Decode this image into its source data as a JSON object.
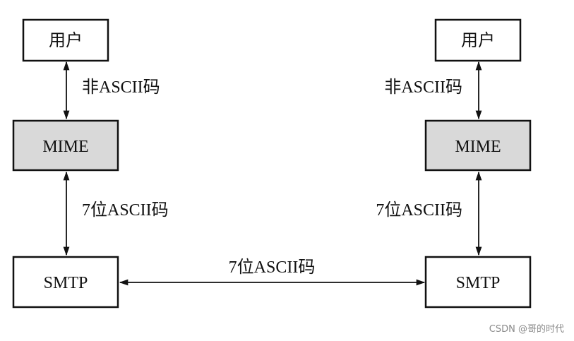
{
  "left": {
    "user_label": "用户",
    "mime_label": "MIME",
    "smtp_label": "SMTP",
    "user_mime_edge_label": "非ASCII码",
    "mime_smtp_edge_label": "7位ASCII码"
  },
  "right": {
    "user_label": "用户",
    "mime_label": "MIME",
    "smtp_label": "SMTP",
    "user_mime_edge_label": "非ASCII码",
    "mime_smtp_edge_label": "7位ASCII码"
  },
  "smtp_link_label": "7位ASCII码",
  "watermark": "CSDN @哥的时代",
  "colors": {
    "mime_fill": "#d9d9d9",
    "stroke": "#111111"
  }
}
